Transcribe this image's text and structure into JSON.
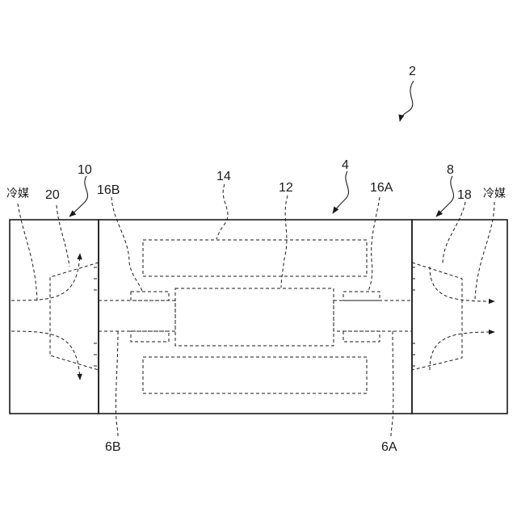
{
  "labels": {
    "device": "2",
    "module": "4",
    "cooler_right": "8",
    "cooler_left": "10",
    "core": "12",
    "housing": "14",
    "seal_left": "16B",
    "seal_right": "16A",
    "fan_right": "18",
    "fan_left": "20",
    "shaft_left": "6B",
    "shaft_right": "6A",
    "coolant_left": "冷媒",
    "coolant_right": "冷媒"
  }
}
